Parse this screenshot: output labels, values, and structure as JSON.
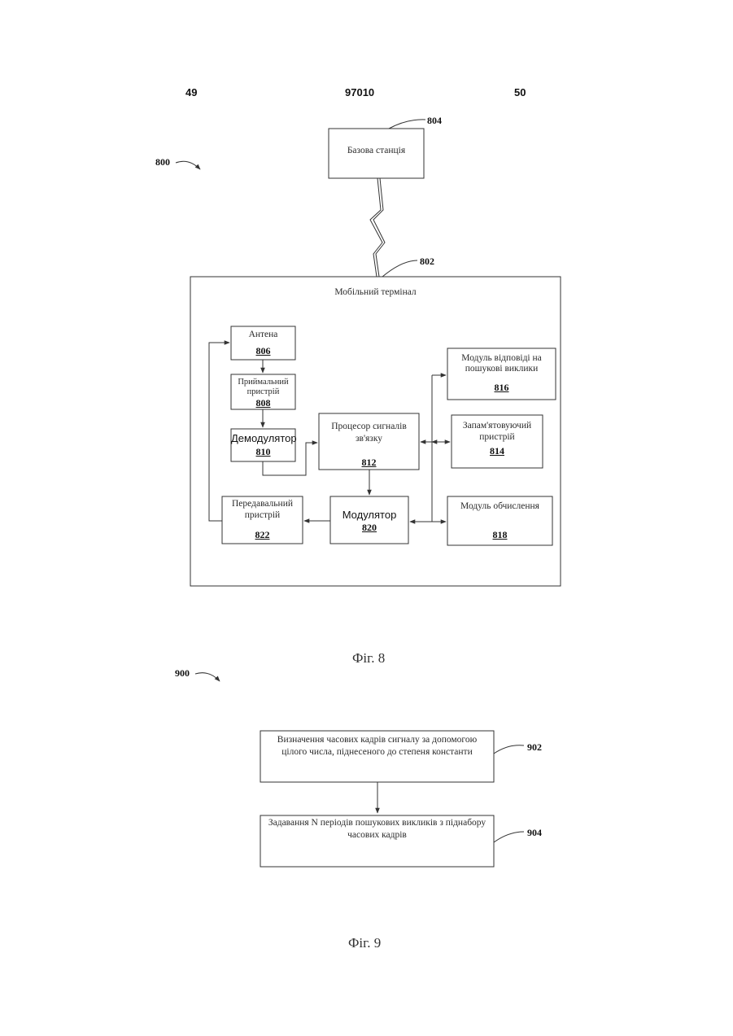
{
  "header": {
    "left_page": "49",
    "patent_number": "97010",
    "right_page": "50"
  },
  "fig8": {
    "ref": "800",
    "caption": "Фіг. 8",
    "base_station": {
      "label": "Базова станція",
      "ref": "804"
    },
    "terminal": {
      "label": "Мобільний термінал",
      "ref": "802"
    },
    "antenna": {
      "label": "Антена",
      "num": "806"
    },
    "receiver": {
      "label_line1": "Приймальний",
      "label_line2": "пристрій",
      "num": "808"
    },
    "demodulator": {
      "label": "Демодулятор",
      "num": "810"
    },
    "processor": {
      "label_line1": "Процесор сигналів",
      "label_line2": "зв'язку",
      "num": "812"
    },
    "transmitter": {
      "label_line1": "Передавальний",
      "label_line2": "пристрій",
      "num": "822"
    },
    "modulator": {
      "label": "Модулятор",
      "num": "820"
    },
    "paging_module": {
      "label_line1": "Модуль відповіді на",
      "label_line2": "пошукові виклики",
      "num": "816"
    },
    "memory": {
      "label_line1": "Запам'ятовуючий",
      "label_line2": "пристрій",
      "num": "814"
    },
    "compute_module": {
      "label": "Модуль обчислення",
      "num": "818"
    }
  },
  "fig9": {
    "ref": "900",
    "caption": "Фіг. 9",
    "step1": {
      "line1": "Визначення часових кадрів сигналу за допомогою",
      "line2": "цілого числа, піднесеного до степеня константи",
      "ref": "902"
    },
    "step2": {
      "line1": "Задавання N періодів пошукових викликів з піднабору",
      "line2": "часових кадрів",
      "ref": "904"
    }
  }
}
